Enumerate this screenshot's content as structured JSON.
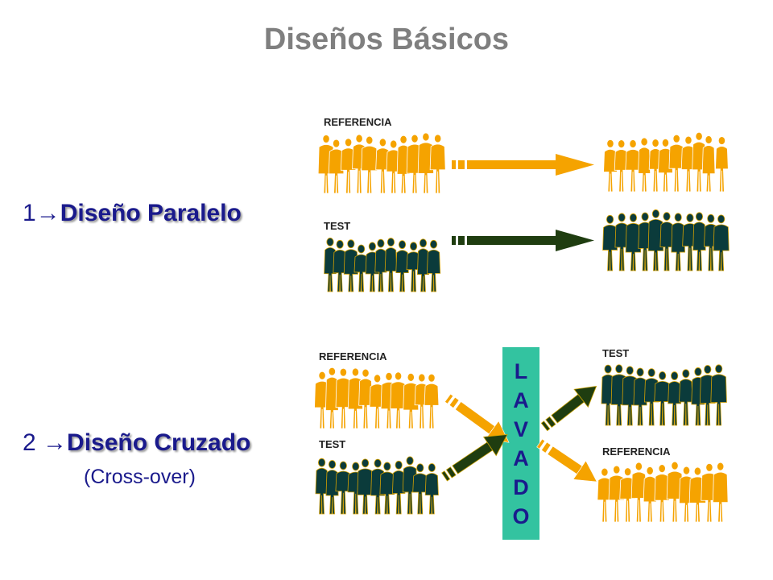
{
  "title": "Diseños Básicos",
  "parallel": {
    "number": "1",
    "name": "Diseño Paralelo",
    "reference_label": "REFERENCIA",
    "test_label": "TEST"
  },
  "crossover": {
    "number": "2",
    "name": "Diseño Cruzado",
    "subtitle": "(Cross-over)",
    "left_reference_label": "REFERENCIA",
    "left_test_label": "TEST",
    "right_test_label": "TEST",
    "right_reference_label": "REFERENCIA",
    "washout_letters": [
      "L",
      "A",
      "V",
      "A",
      "D",
      "O"
    ]
  },
  "colors": {
    "reference_group": "#f5a300",
    "test_group": "#0b3b3b",
    "washout_box": "#33c3a0",
    "title": "#7f7f7f",
    "heading": "#1a1a8c"
  },
  "icons": {
    "group_silhouette": "crowd-icon",
    "flow_arrow": "arrow-icon",
    "design_arrow": "right-arrow-icon"
  }
}
